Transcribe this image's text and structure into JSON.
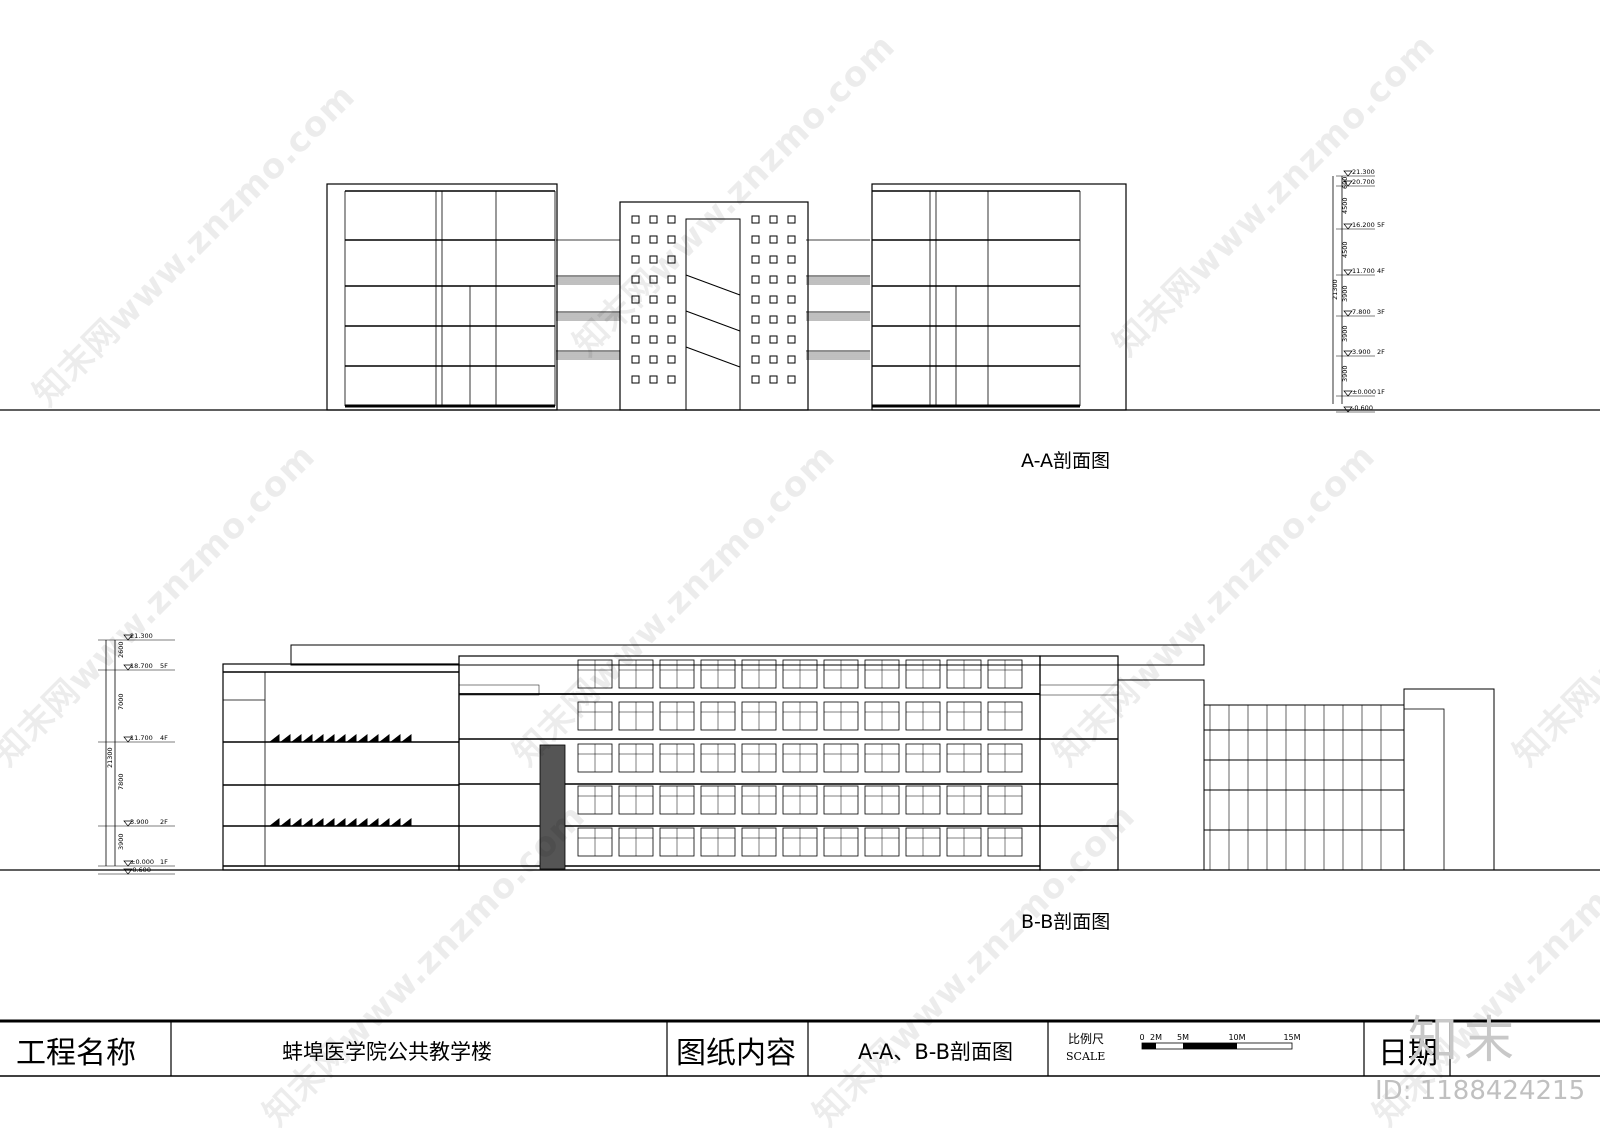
{
  "drawing": {
    "section_aa_title": "A-A剖面图",
    "section_bb_title": "B-B剖面图",
    "aa_levels": [
      {
        "elev": "21.300",
        "floor": ""
      },
      {
        "elev": "20.700",
        "floor": ""
      },
      {
        "elev": "16.200",
        "floor": "5F"
      },
      {
        "elev": "11.700",
        "floor": "4F"
      },
      {
        "elev": "7.800",
        "floor": "3F"
      },
      {
        "elev": "3.900",
        "floor": "2F"
      },
      {
        "elev": "±0.000",
        "floor": "1F"
      },
      {
        "elev": "-0.600",
        "floor": ""
      }
    ],
    "aa_dims": [
      "600",
      "4500",
      "4500",
      "3900",
      "3900",
      "3900"
    ],
    "aa_total": "21300",
    "bb_levels": [
      {
        "elev": "21.300",
        "floor": ""
      },
      {
        "elev": "18.700",
        "floor": "5F"
      },
      {
        "elev": "11.700",
        "floor": "4F"
      },
      {
        "elev": "3.900",
        "floor": "2F"
      },
      {
        "elev": "±0.000",
        "floor": "1F"
      },
      {
        "elev": "-0.600",
        "floor": ""
      }
    ],
    "bb_dims": [
      "2600",
      "7000",
      "7800",
      "3900"
    ],
    "bb_total": "21300"
  },
  "title_block": {
    "project_label": "工程名称",
    "project_name": "蚌埠医学院公共教学楼",
    "content_label": "图纸内容",
    "content_value": "A-A、B-B剖面图",
    "scale_label": "比例尺",
    "scale_label_en": "SCALE",
    "scale_ticks": [
      "0",
      "2M",
      "5M",
      "10M",
      "15M"
    ],
    "date_label": "日期"
  },
  "watermark": {
    "text": "知末网www.znzmo.com",
    "logo": "知末",
    "image_id": "ID: 1188424215"
  }
}
